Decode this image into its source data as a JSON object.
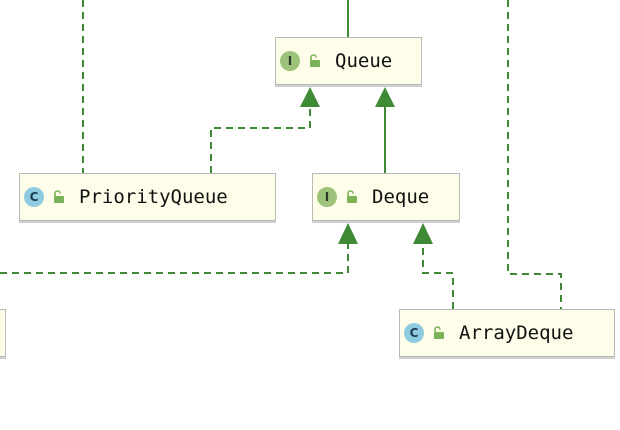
{
  "nodes": {
    "queue": {
      "label": "Queue",
      "kind": "interface",
      "badge": "I",
      "icon": "open-lock-icon"
    },
    "deque": {
      "label": "Deque",
      "kind": "interface",
      "badge": "I",
      "icon": "open-lock-icon"
    },
    "priority_queue": {
      "label": "PriorityQueue",
      "kind": "class",
      "badge": "C",
      "icon": "open-lock-icon"
    },
    "array_deque": {
      "label": "ArrayDeque",
      "kind": "class",
      "badge": "C",
      "icon": "open-lock-icon"
    }
  },
  "colors": {
    "edge": "#3f8a35",
    "node_fill": "#fdfde9",
    "node_border": "#b9b9b9",
    "interface_badge": "#9dc37a",
    "class_badge": "#8ecbe0",
    "lock_icon": "#7ab356"
  },
  "relations": [
    {
      "from": "priority_queue",
      "to": "queue",
      "type": "implements",
      "line": "dashed"
    },
    {
      "from": "deque",
      "to": "queue",
      "type": "extends",
      "line": "solid"
    },
    {
      "from": "array_deque",
      "to": "deque",
      "type": "implements",
      "line": "dashed"
    }
  ]
}
